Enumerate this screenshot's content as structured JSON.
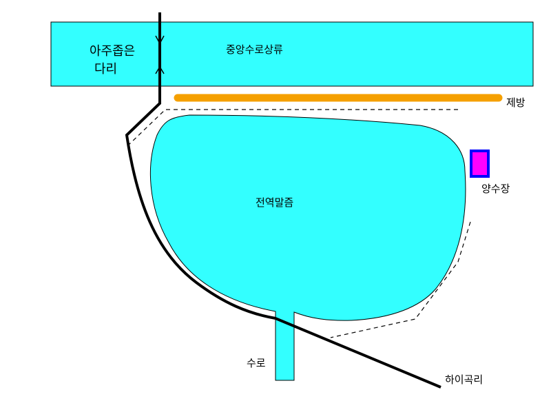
{
  "labels": {
    "bridge_line1": "아주좁은",
    "bridge_line2": "다리",
    "upstream": "중앙수로상류",
    "levee": "제방",
    "pump_station": "양수장",
    "basin": "전역말즘",
    "channel": "수로",
    "lower_outlet": "하이곡리"
  },
  "colors": {
    "water": "#33ffff",
    "levee": "#f5a000",
    "pump_fill": "#ff00ff",
    "pump_border": "#0000ff",
    "road": "#000000"
  }
}
